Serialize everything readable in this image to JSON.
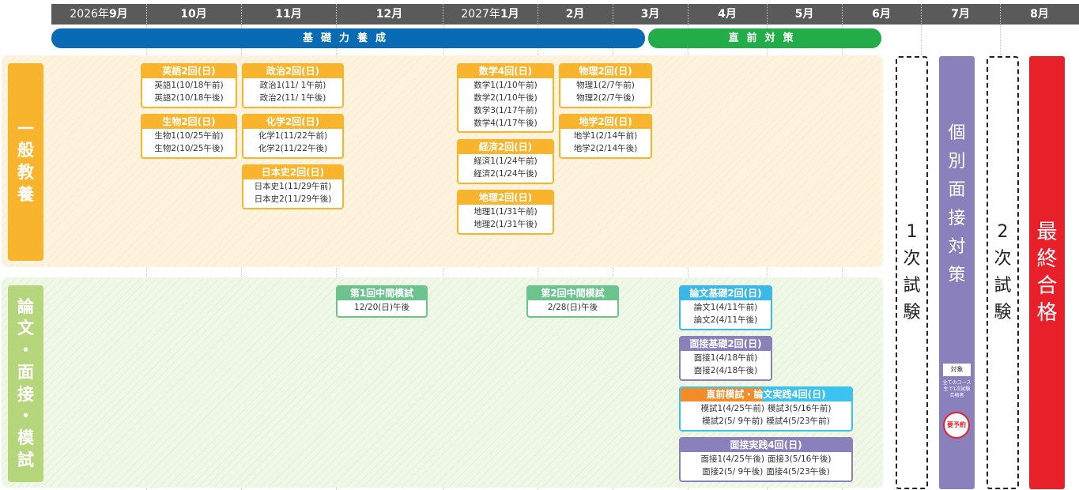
{
  "timeline": {
    "months": [
      {
        "year": "2026年",
        "month": "9月"
      },
      {
        "year": "",
        "month": "10月"
      },
      {
        "year": "",
        "month": "11月"
      },
      {
        "year": "",
        "month": "12月"
      },
      {
        "year": "2027年",
        "month": "1月"
      },
      {
        "year": "",
        "month": "2月"
      },
      {
        "year": "",
        "month": "3月"
      },
      {
        "year": "",
        "month": "4月"
      },
      {
        "year": "",
        "month": "5月"
      },
      {
        "year": "",
        "month": "6月"
      },
      {
        "year": "",
        "month": "7月"
      },
      {
        "year": "",
        "month": "8月"
      }
    ],
    "phases": [
      {
        "label": "基礎力養成",
        "color": "#0a6bb5"
      },
      {
        "label": "直前対策",
        "color": "#22ad48"
      }
    ]
  },
  "sections": {
    "general": {
      "label": "一般教養",
      "color": "#f7b42c",
      "band": "#fdf2dc"
    },
    "essay": {
      "label": "論文・面接・模試",
      "color": "#b5d67a",
      "band": "#eef6e4"
    }
  },
  "general_boxes": [
    {
      "title": "英語2回(日)",
      "lines": [
        "英語1(10/18午前)",
        "英語2(10/18午後)"
      ]
    },
    {
      "title": "生物2回(日)",
      "lines": [
        "生物1(10/25午前)",
        "生物2(10/25午後)"
      ]
    },
    {
      "title": "政治2回(日)",
      "lines": [
        "政治1(11/ 1午前)",
        "政治2(11/ 1午後)"
      ]
    },
    {
      "title": "化学2回(日)",
      "lines": [
        "化学1(11/22午前)",
        "化学2(11/22午後)"
      ]
    },
    {
      "title": "日本史2回(日)",
      "lines": [
        "日本史1(11/29午前)",
        "日本史2(11/29午後)"
      ]
    },
    {
      "title": "数学4回(日)",
      "lines": [
        "数学1(1/10午前)",
        "数学2(1/10午後)",
        "数学3(1/17午前)",
        "数学4(1/17午後)"
      ]
    },
    {
      "title": "経済2回(日)",
      "lines": [
        "経済1(1/24午前)",
        "経済2(1/24午後)"
      ]
    },
    {
      "title": "地理2回(日)",
      "lines": [
        "地理1(1/31午前)",
        "地理2(1/31午後)"
      ]
    },
    {
      "title": "物理2回(日)",
      "lines": [
        "物理1(2/7午前)",
        "物理2(2/7午後)"
      ]
    },
    {
      "title": "地学2回(日)",
      "lines": [
        "地学1(2/14午前)",
        "地学2(2/14午後)"
      ]
    }
  ],
  "essay_boxes": [
    {
      "title": "第1回中間模試",
      "lines": [
        "12/20(日)午後"
      ]
    },
    {
      "title": "第2回中間模試",
      "lines": [
        "2/28(日)午後"
      ]
    },
    {
      "title": "論文基礎2回(日)",
      "lines": [
        "論文1(4/11午前)",
        "論文2(4/11午後)"
      ]
    },
    {
      "title": "面接基礎2回(日)",
      "lines": [
        "面接1(4/18午前)",
        "面接2(4/18午後)"
      ]
    },
    {
      "title": "直前模試・論文実践4回(日)",
      "lines": [
        [
          "模試1(4/25午前)",
          "模試3(5/16午前)"
        ],
        [
          "模試2(5/ 9午前)",
          "模試4(5/23午前)"
        ]
      ]
    },
    {
      "title": "面接実践4回(日)",
      "lines": [
        [
          "面接1(4/25午後)",
          "面接3(5/16午後)"
        ],
        [
          "面接2(5/ 9午後)",
          "面接4(5/23午後)"
        ]
      ]
    }
  ],
  "exams": {
    "first": "1次試験",
    "interview": "個別面接対策",
    "interview_target": "対象",
    "interview_note": "全てのコース生で1次試験合格者",
    "interview_reserve": "要予約",
    "second": "2次試験",
    "final": "最終合格",
    "interview_color": "#8a80bc",
    "final_color": "#e8202a"
  }
}
